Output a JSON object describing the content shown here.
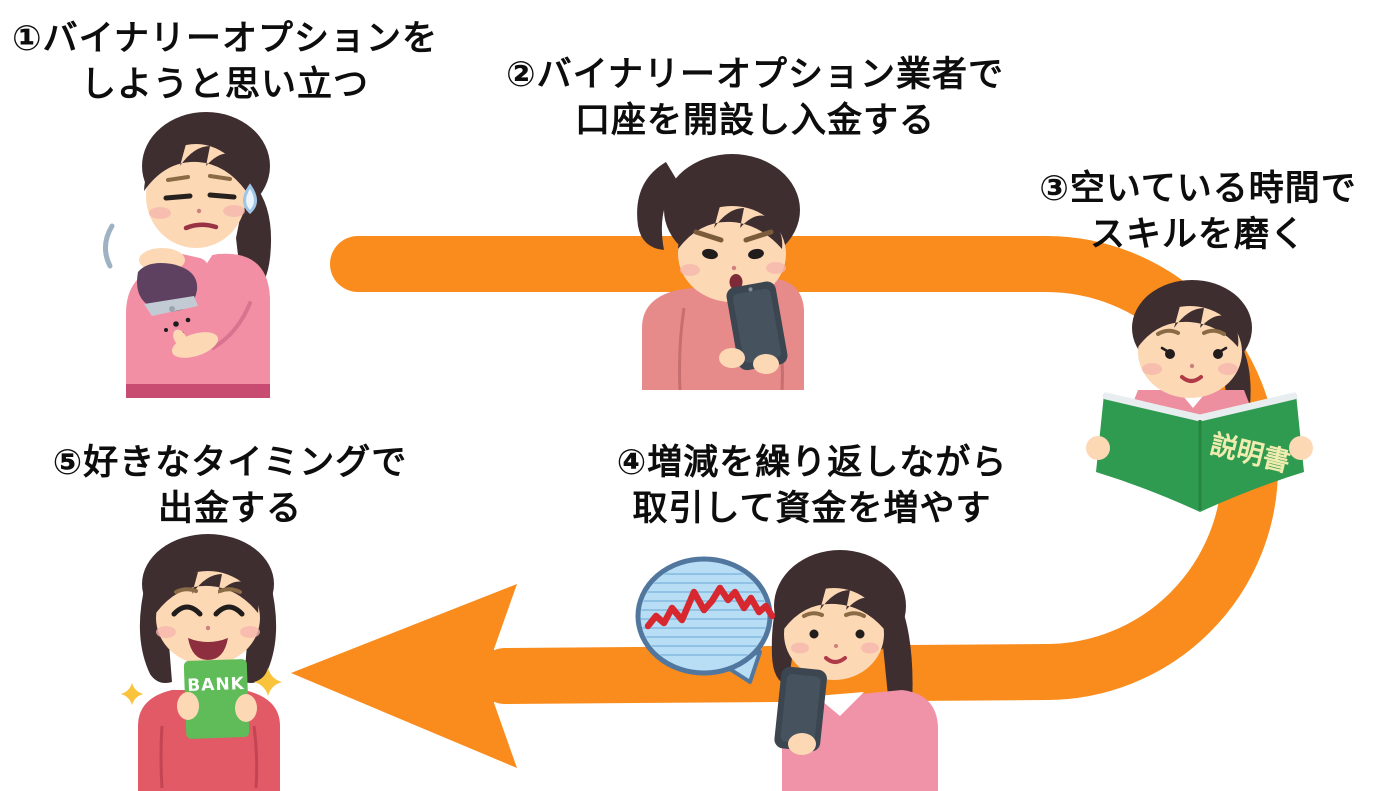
{
  "colors": {
    "arrow": "#F98C1C",
    "label_text": "#0D0D0D",
    "hair": "#3F2E30",
    "skin": "#FCD8B5",
    "sweater_pink": "#F28FA5",
    "cardigan_salmon": "#E78A8A",
    "sweater_red": "#E25A66",
    "wallet_purple": "#5E4060",
    "bubble_fill": "#B7DEF5",
    "bubble_border": "#51779F",
    "chart_line_red": "#D7282F",
    "manual_cover_green": "#2F9B50",
    "manual_text": "#F0ECB0",
    "bankbook_green": "#5FBC58",
    "bankbook_text": "#FFFFFF",
    "sparkle_yellow": "#F9C33C",
    "phone_dark": "#3C4650"
  },
  "steps": [
    {
      "line1": "①バイナリーオプションを",
      "line2": "しようと思い立つ",
      "illustration": "woman-shaking-empty-wallet"
    },
    {
      "line1": "②バイナリーオプション業者で",
      "line2": "口座を開設し入金する",
      "illustration": "woman-staring-at-smartphone"
    },
    {
      "line1": "③空いている時間で",
      "line2": "スキルを磨く",
      "illustration": "woman-reading-manual",
      "book_cover_text": "説明書"
    },
    {
      "line1": "④増減を繰り返しながら",
      "line2": "取引して資金を増やす",
      "illustration": "woman-checking-chart-on-smartphone"
    },
    {
      "line1": "⑤好きなタイミングで",
      "line2": "出金する",
      "illustration": "woman-holding-bankbook",
      "bankbook_text": "BANK"
    }
  ]
}
